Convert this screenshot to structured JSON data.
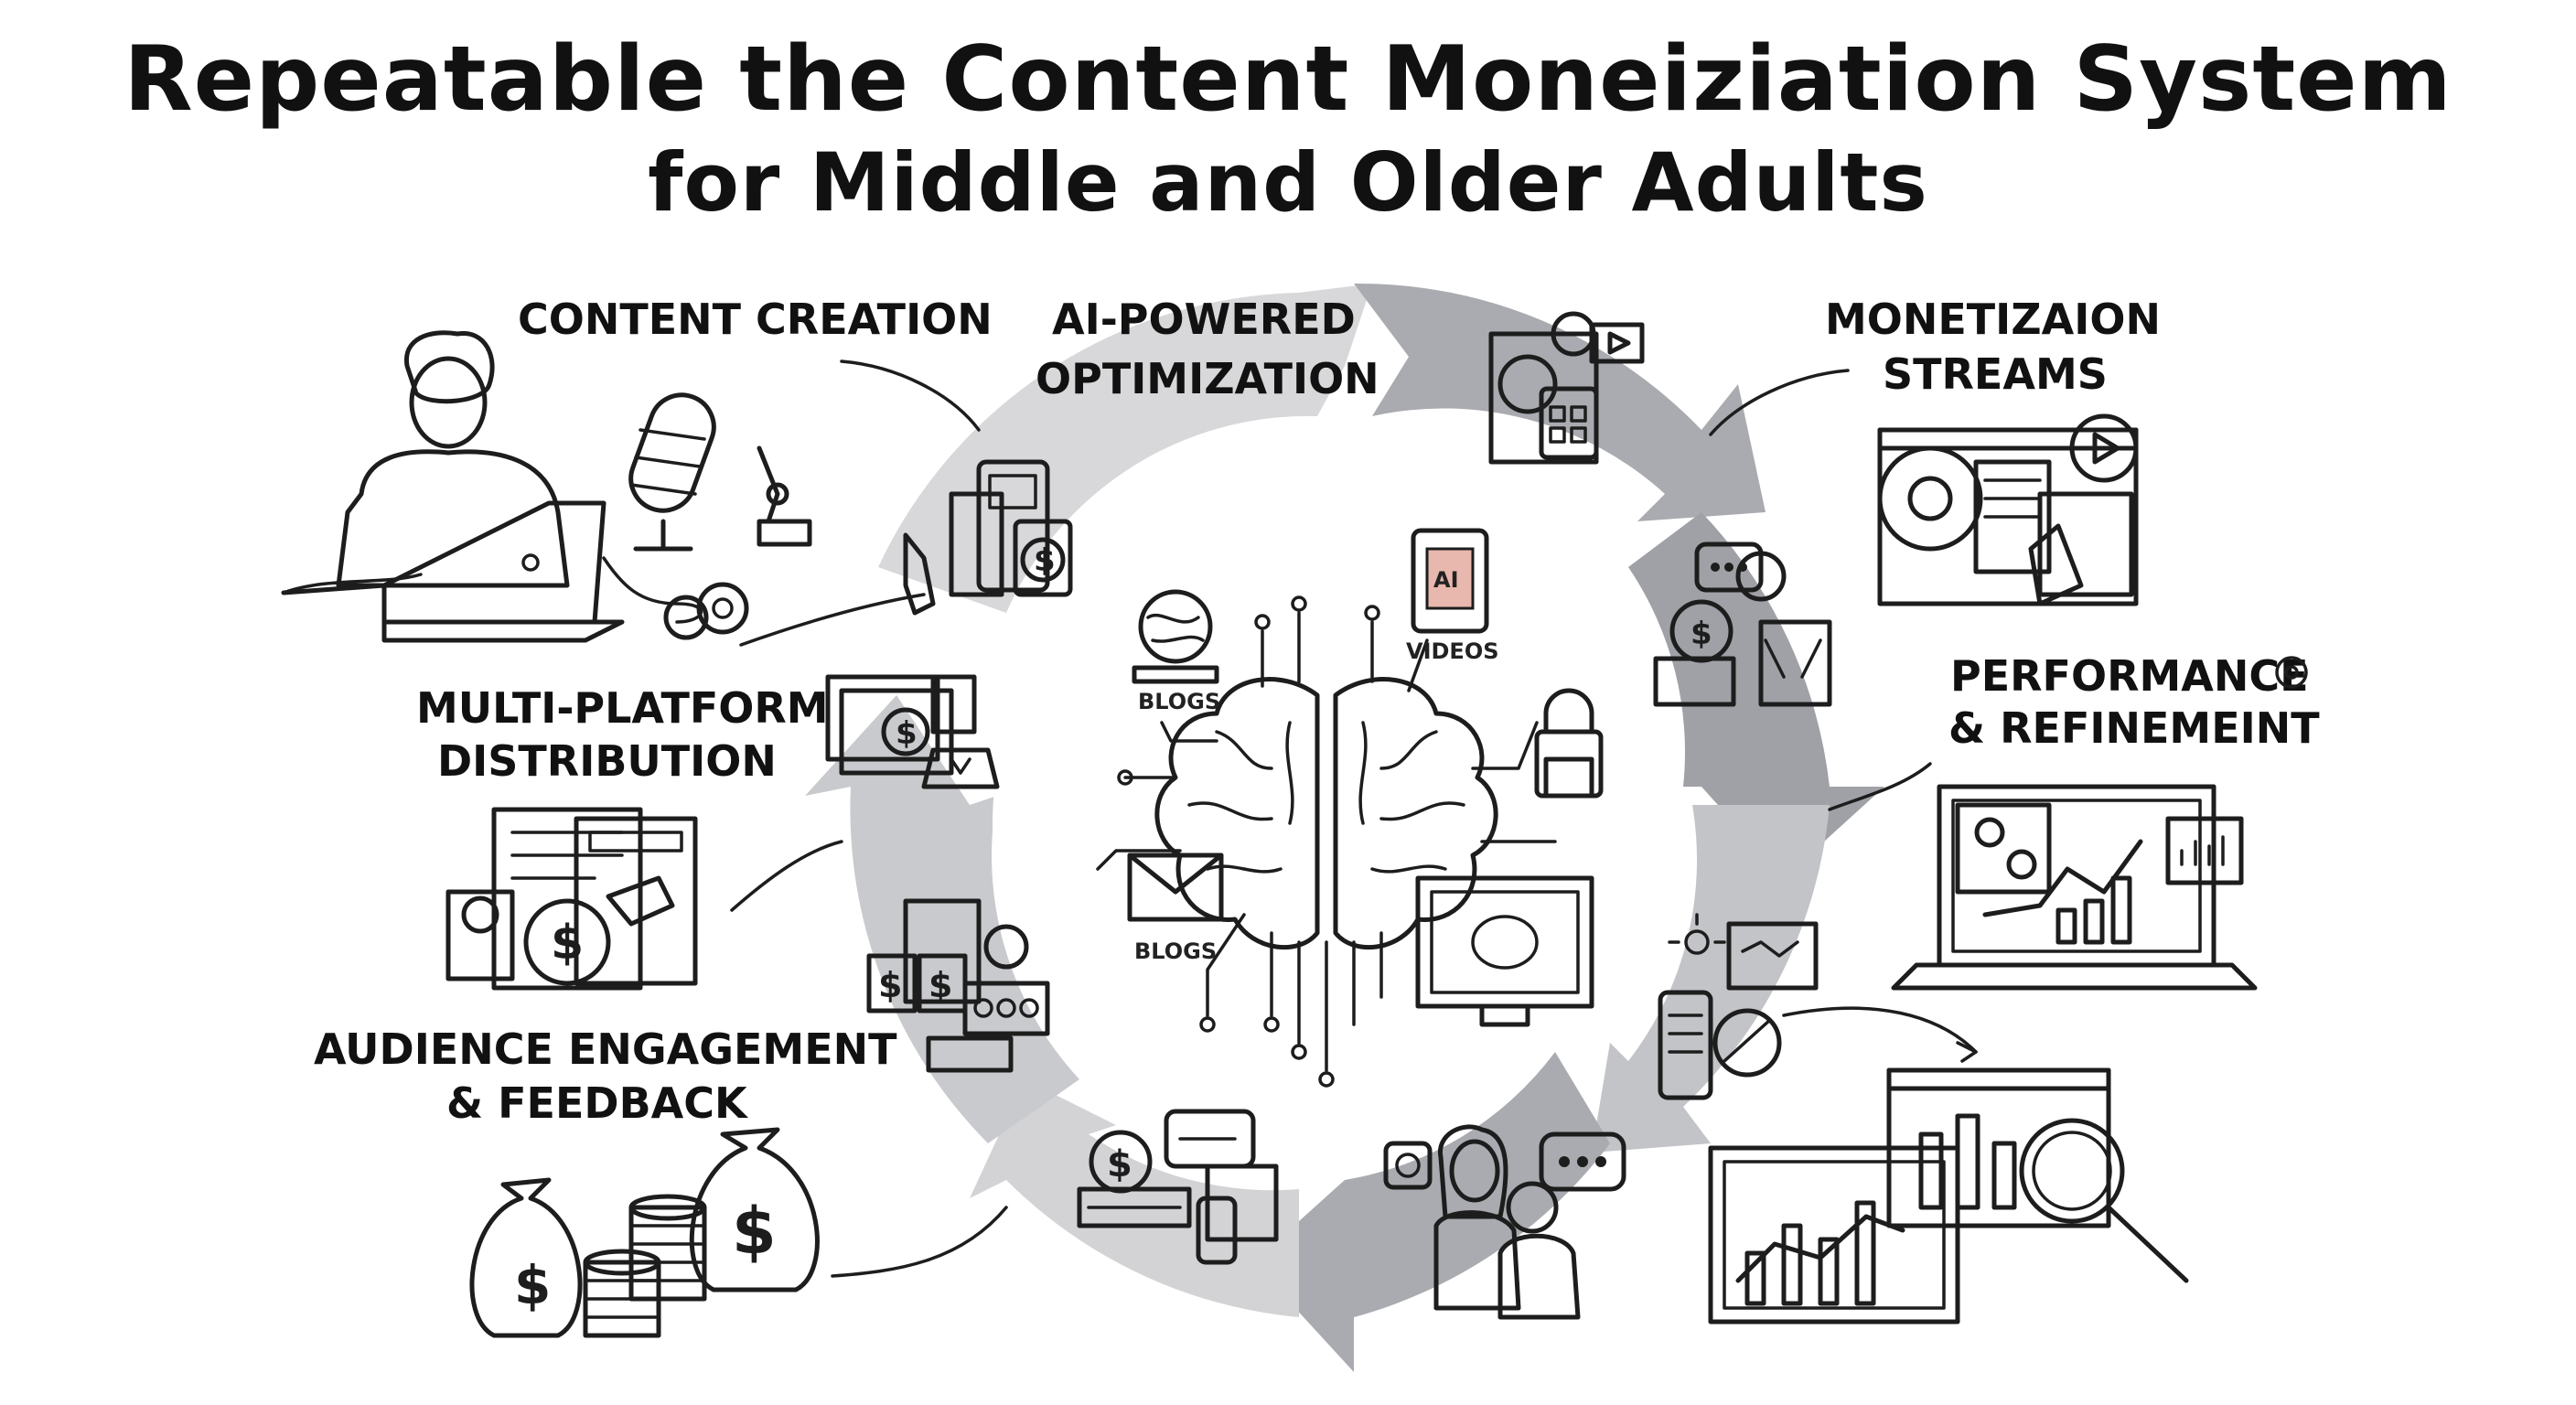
{
  "title": {
    "line1": "Repeatable the Content Moneiziation System",
    "line2": "for Middle and Older Adults"
  },
  "stages": {
    "content_creation": "CONTENT CREATION",
    "ai_optimization_1": "AI-POWERED",
    "ai_optimization_2": "OPTIMIZATION",
    "monetization_1": "MONETIZAION",
    "monetization_2": "STREAMS",
    "performance_1": "PERFORMANCE",
    "performance_2": "& REFINEMEINT",
    "distribution_1": "MULTI-PLATFORM",
    "distribution_2": "DISTRIBUTION",
    "engagement_1": "AUDIENCE ENGAGEMENT",
    "engagement_2": "& FEEDBACK"
  },
  "center": {
    "blogs_top": "BLOGS",
    "videos": "VIDEOS",
    "ai_badge": "AI",
    "blogs_bottom": "BLOGS"
  },
  "colors": {
    "ring_light": "#dcdcde",
    "ring_dark": "#a6a8ad",
    "brain": "#e8b7ad",
    "money_bag": "#e9dcc4"
  },
  "icons": [
    "person-laptop-icon",
    "microphone-icon",
    "robot-arm-icon",
    "headphones-icon",
    "brain-icon",
    "money-bag-icon",
    "coin-stack-icon",
    "magnifier-icon",
    "chart-icon",
    "monitor-icon",
    "speech-bubble-icon",
    "envelope-icon",
    "lock-icon",
    "tablet-icon",
    "globe-icon"
  ]
}
